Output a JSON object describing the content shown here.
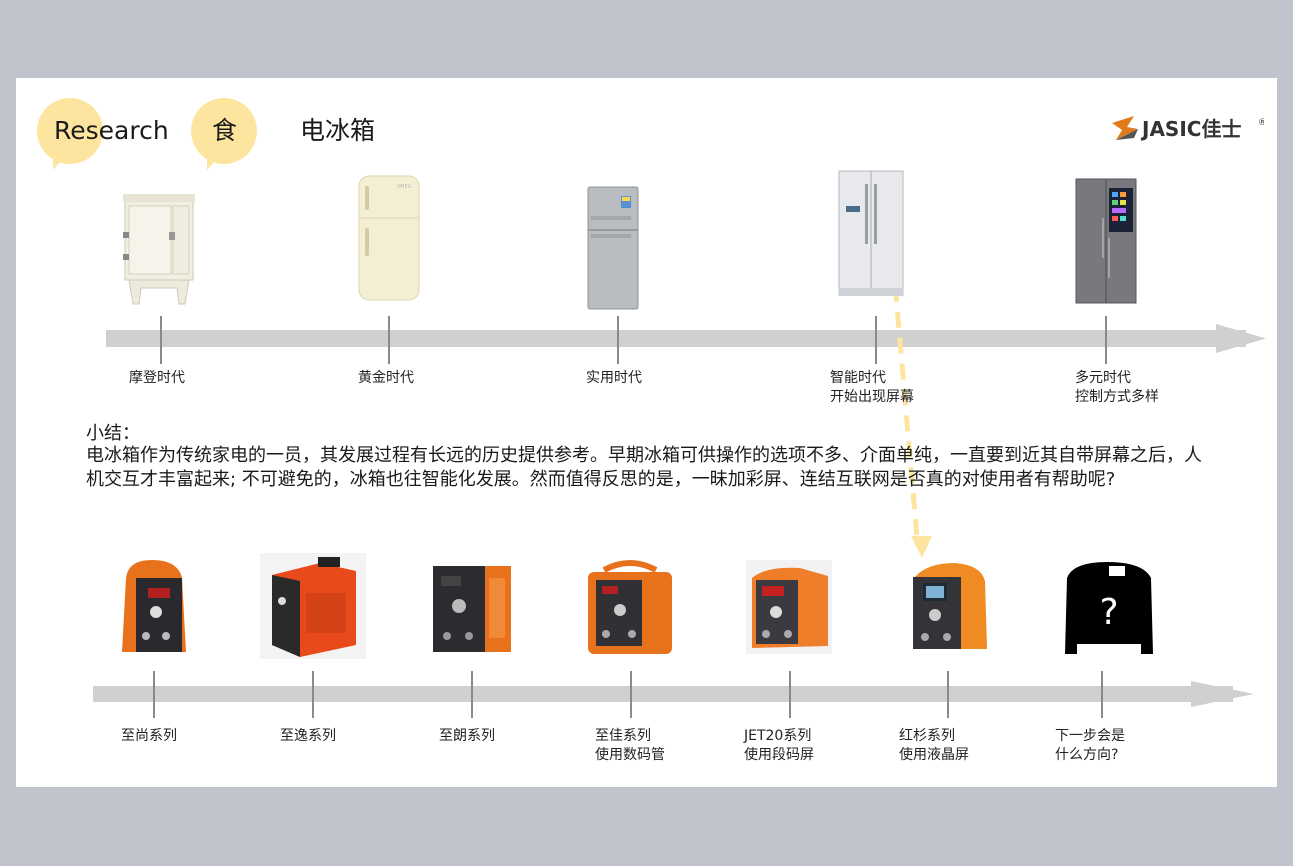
{
  "header": {
    "bubble_research": "Research",
    "bubble_food": "食",
    "title": "电冰箱"
  },
  "logo": {
    "brand": "JASIC佳士",
    "mark": "®"
  },
  "fridge_timeline": {
    "labels": [
      [
        "摩登时代"
      ],
      [
        "黄金时代"
      ],
      [
        "实用时代"
      ],
      [
        "智能时代",
        "开始出现屏幕"
      ],
      [
        "多元时代",
        "控制方式多样"
      ]
    ]
  },
  "summary": {
    "title": "小结：",
    "body": "电冰箱作为传统家电的一员，其发展过程有长远的历史提供参考。早期冰箱可供操作的选项不多、介面单纯，一直要到近其自带屏幕之后，人机交互才丰富起来; 不可避免的，冰箱也往智能化发展。然而值得反思的是，一昧加彩屏、连结互联网是否真的对使用者有帮助呢?"
  },
  "welder_timeline": {
    "labels": [
      [
        "至尚系列"
      ],
      [
        "至逸系列"
      ],
      [
        "至朗系列"
      ],
      [
        "至佳系列",
        "使用数码管"
      ],
      [
        "JET20系列",
        "使用段码屏"
      ],
      [
        "红杉系列",
        "使用液晶屏"
      ],
      [
        "下一步会是",
        "什么方向?"
      ]
    ],
    "unknown_mark": "?"
  },
  "colors": {
    "accent": "#fde5a0",
    "arrow": "#d0d0d0",
    "welder_orange": "#e8721c"
  }
}
